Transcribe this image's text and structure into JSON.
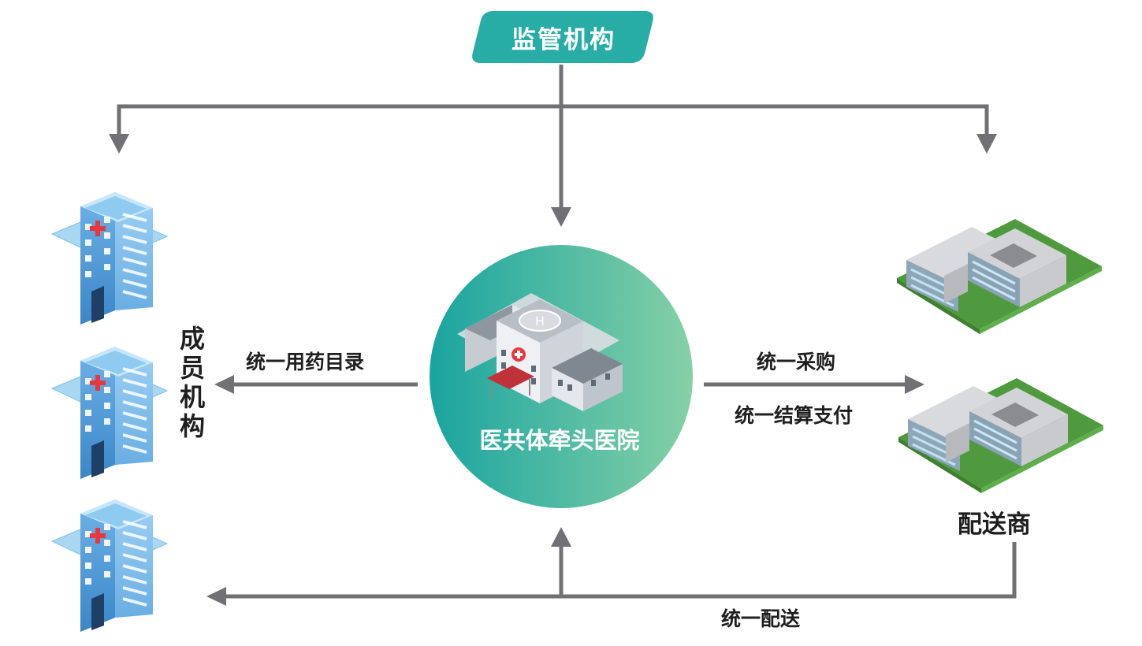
{
  "nodes": {
    "supervisor": "监管机构",
    "hub": "医共体牵头医院",
    "members": "成员机构",
    "distributor": "配送商"
  },
  "flows": {
    "catalog": "统一用药目录",
    "purchase": "统一采购",
    "settlement": "统一结算支付",
    "delivery": "统一配送"
  },
  "colors": {
    "teal": "#27ada6",
    "arrow": "#707075",
    "hub_gradient_start": "#1aa4a0",
    "hub_gradient_end": "#86d0a6"
  },
  "icons": {
    "member": "hospital-building-icon",
    "hub": "main-hospital-icon",
    "distributor": "warehouse-building-icon"
  }
}
